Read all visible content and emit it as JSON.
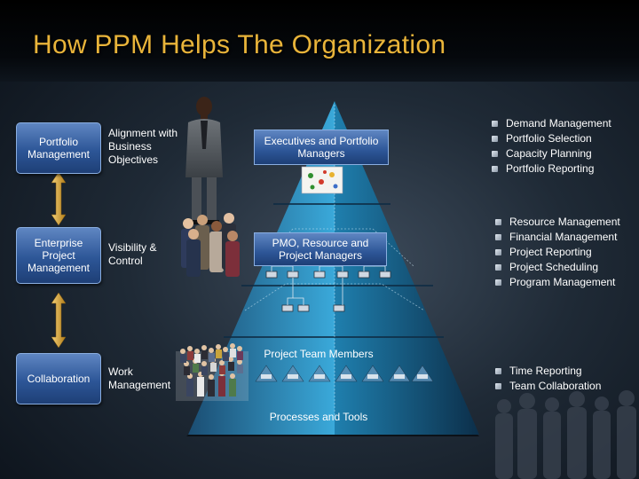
{
  "title": "How PPM Helps The Organization",
  "levels": [
    {
      "box_label": "Portfolio Management",
      "side_label": "Alignment with Business Objectives"
    },
    {
      "box_label": "Enterprise Project Management",
      "side_label": "Visibility & Control"
    },
    {
      "box_label": "Collaboration",
      "side_label": "Work Management"
    }
  ],
  "pyramid": {
    "top_label": "Executives and Portfolio Managers",
    "middle_label": "PMO, Resource and Project Managers",
    "bottom_label": "Project Team Members",
    "base_label": "Processes and Tools"
  },
  "benefits": [
    [
      "Demand Management",
      "Portfolio Selection",
      "Capacity Planning",
      "Portfolio Reporting"
    ],
    [
      "Resource Management",
      "Financial Management",
      "Project Reporting",
      "Project Scheduling",
      "Program Management"
    ],
    [
      "Time Reporting",
      "Team Collaboration"
    ]
  ],
  "colors": {
    "title": "#e9b43a",
    "box": "#2d5697",
    "pyramid": "#33a6d6",
    "arrow": "#d8a234"
  }
}
